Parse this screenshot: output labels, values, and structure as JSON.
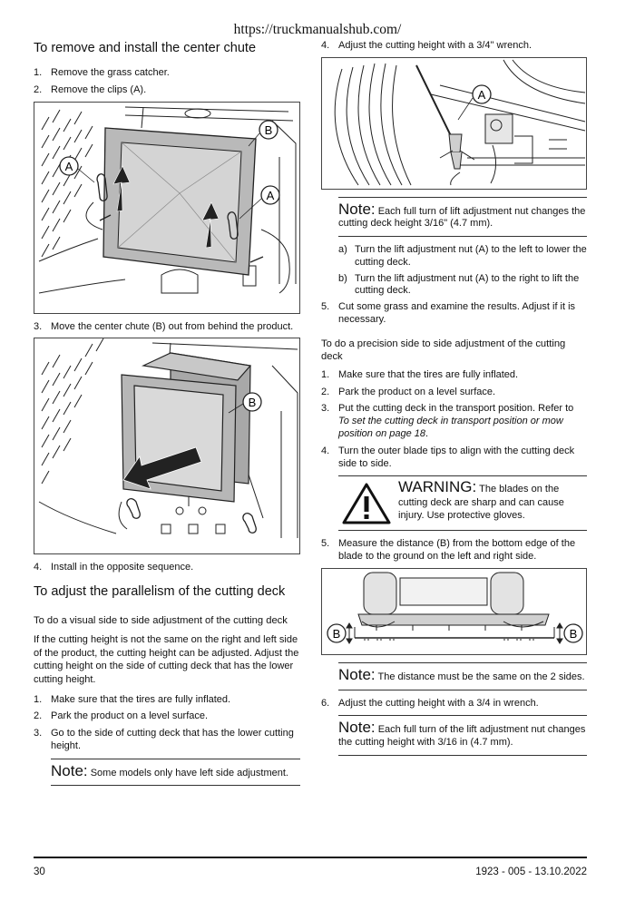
{
  "header": {
    "url": "https://truckmanualshub.com/"
  },
  "left": {
    "section1_title": "To remove and install the center chute",
    "steps1": [
      {
        "n": "1.",
        "text": "Remove the grass catcher."
      },
      {
        "n": "2.",
        "text": "Remove the clips (A)."
      }
    ],
    "fig1_labels": {
      "a1": "A",
      "b": "B",
      "a2": "A"
    },
    "step3": {
      "n": "3.",
      "text": "Move the center chute (B) out from behind the product."
    },
    "fig2_labels": {
      "b": "B"
    },
    "step4": {
      "n": "4.",
      "text": "Install in the opposite sequence."
    },
    "section2_title": "To adjust the parallelism of the cutting deck",
    "sub1_title": "To do a visual side to side adjustment of the cutting deck",
    "intro": "If the cutting height is not the same on the right and left side of the product, the cutting height can be adjusted. Adjust the cutting height on the side of cutting deck that has the lower cutting height.",
    "steps2": [
      {
        "n": "1.",
        "text": "Make sure that the tires are fully inflated."
      },
      {
        "n": "2.",
        "text": "Park the product on a level surface."
      },
      {
        "n": "3.",
        "text": "Go to the side of cutting deck that has the lower cutting height."
      }
    ],
    "note1": {
      "label": "Note:",
      "text": " Some models only have left side adjustment."
    }
  },
  "right": {
    "step4": {
      "n": "4.",
      "text": "Adjust the cutting height with a 3/4\" wrench."
    },
    "fig3_labels": {
      "a": "A"
    },
    "note2": {
      "label": "Note:",
      "text": " Each full turn of lift adjustment nut changes the cutting deck height 3/16\" (4.7 mm)."
    },
    "substeps": [
      {
        "n": "a)",
        "text": "Turn the lift adjustment nut (A) to the left to lower the cutting deck."
      },
      {
        "n": "b)",
        "text": "Turn the lift adjustment nut (A) to the right to lift the cutting deck."
      }
    ],
    "step5": {
      "n": "5.",
      "text": "Cut some grass and examine the results. Adjust if it is necessary."
    },
    "sub2_title": "To do a precision side to side adjustment of the cutting deck",
    "steps3": [
      {
        "n": "1.",
        "text": "Make sure that the tires are fully inflated."
      },
      {
        "n": "2.",
        "text": "Park the product on a level surface."
      }
    ],
    "step3": {
      "n": "3.",
      "pre": "Put the cutting deck in the transport position. Refer to ",
      "link": "To set the cutting deck in transport position or mow position on page 18",
      "post": "."
    },
    "step4b": {
      "n": "4.",
      "text": "Turn the outer blade tips to align with the cutting deck side to side."
    },
    "warning": {
      "label": "WARNING:",
      "text": " The blades on the cutting deck are sharp and can cause injury. Use protective gloves."
    },
    "step5b": {
      "n": "5.",
      "text": "Measure the distance (B) from the bottom edge of the blade to the ground on the left and right side."
    },
    "fig4_labels": {
      "b1": "B",
      "b2": "B"
    },
    "note3": {
      "label": "Note:",
      "text": " The distance must be the same on the 2 sides."
    },
    "step6": {
      "n": "6.",
      "text": "Adjust the cutting height with a 3/4 in wrench."
    },
    "note4": {
      "label": "Note:",
      "text": " Each full turn of the lift adjustment nut changes the cutting height with 3/16 in (4.7 mm)."
    }
  },
  "footer": {
    "page": "30",
    "docid": "1923 - 005 - 13.10.2022"
  }
}
